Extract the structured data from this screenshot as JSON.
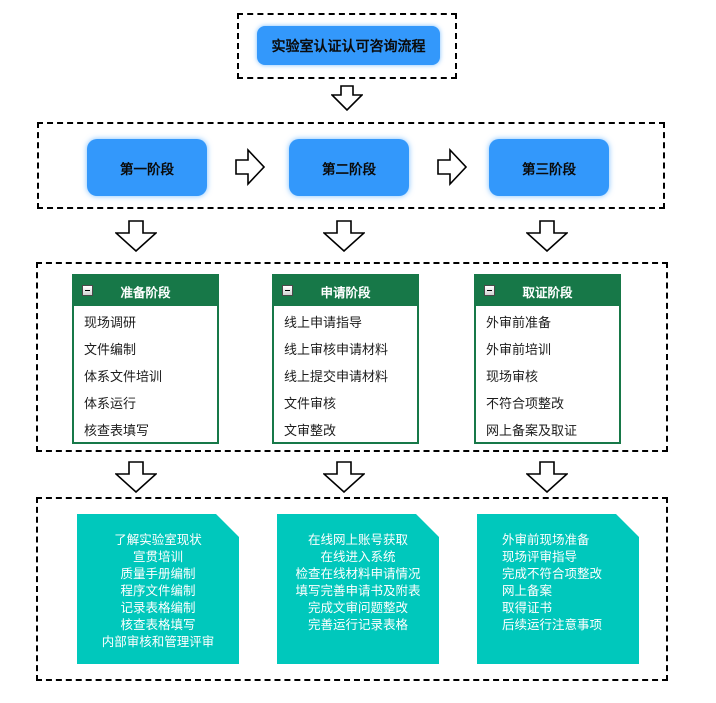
{
  "title": "实验室认证认可咨询流程",
  "colors": {
    "accent_blue": "#3398FB",
    "accent_green": "#177848",
    "accent_teal": "#00C8BC",
    "line_black": "#000000"
  },
  "icons": {
    "collapse_icon": "minus-square",
    "down_arrow": "hollow-down-block-arrow",
    "right_arrow": "hollow-right-block-arrow"
  },
  "stages": [
    {
      "label": "第一阶段"
    },
    {
      "label": "第二阶段"
    },
    {
      "label": "第三阶段"
    }
  ],
  "phases": [
    {
      "header": "准备阶段",
      "items": [
        "现场调研",
        "文件编制",
        "体系文件培训",
        "体系运行",
        "核查表填写"
      ]
    },
    {
      "header": "申请阶段",
      "items": [
        "线上申请指导",
        "线上审核申请材料",
        "线上提交申请材料",
        "文件审核",
        "文审整改"
      ]
    },
    {
      "header": "取证阶段",
      "items": [
        "外审前准备",
        "外审前培训",
        "现场审核",
        "不符合项整改",
        "网上备案及取证"
      ]
    }
  ],
  "details": [
    {
      "lines": [
        "了解实验室现状",
        "宣贯培训",
        "质量手册编制",
        "程序文件编制",
        "记录表格编制",
        "核查表格填写",
        "内部审核和管理评审"
      ]
    },
    {
      "lines": [
        "在线网上账号获取",
        "在线进入系统",
        "检查在线材料申请情况",
        "填写完善申请书及附表",
        "完成文审问题整改",
        "完善运行记录表格"
      ]
    },
    {
      "lines": [
        "外审前现场准备",
        "现场评审指导",
        "完成不符合项整改",
        "网上备案",
        "取得证书",
        "后续运行注意事项"
      ]
    }
  ]
}
